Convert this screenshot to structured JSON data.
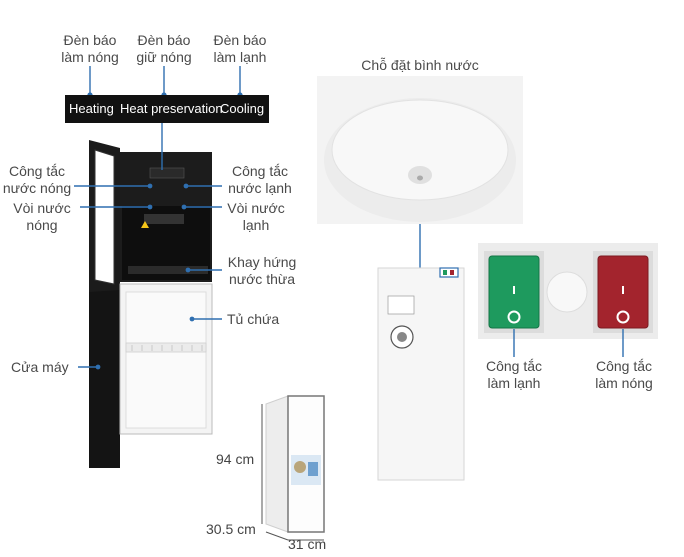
{
  "top_labels": {
    "heating_indicator": [
      "Đèn báo",
      "làm nóng"
    ],
    "preserve_indicator": [
      "Đèn báo",
      "giữ nóng"
    ],
    "cooling_indicator": [
      "Đèn báo",
      "làm lạnh"
    ]
  },
  "panel": {
    "heating": "Heating",
    "heat_preservation": "Heat preservation",
    "cooling": "Cooling"
  },
  "left_labels": {
    "hot_switch": [
      "Công tắc",
      "nước nóng"
    ],
    "hot_tap": [
      "Vòi nước",
      "nóng"
    ],
    "door": "Cửa máy"
  },
  "right_labels": {
    "cold_switch": [
      "Công tắc",
      "nước lạnh"
    ],
    "cold_tap": [
      "Vòi nước",
      "lạnh"
    ],
    "drip_tray": [
      "Khay hứng",
      "nước thừa"
    ],
    "cabinet": "Tủ chứa"
  },
  "bottle_seat": "Chỗ đặt bình nước",
  "switches": {
    "cooling_switch": [
      "Công tắc",
      "làm lạnh"
    ],
    "heating_switch": [
      "Công tắc",
      "làm nóng"
    ],
    "cooling_color": "#1e9a5e",
    "heating_color": "#a3242d"
  },
  "dimensions": {
    "height": "94 cm",
    "depth": "30.5 cm",
    "width": "31 cm"
  }
}
